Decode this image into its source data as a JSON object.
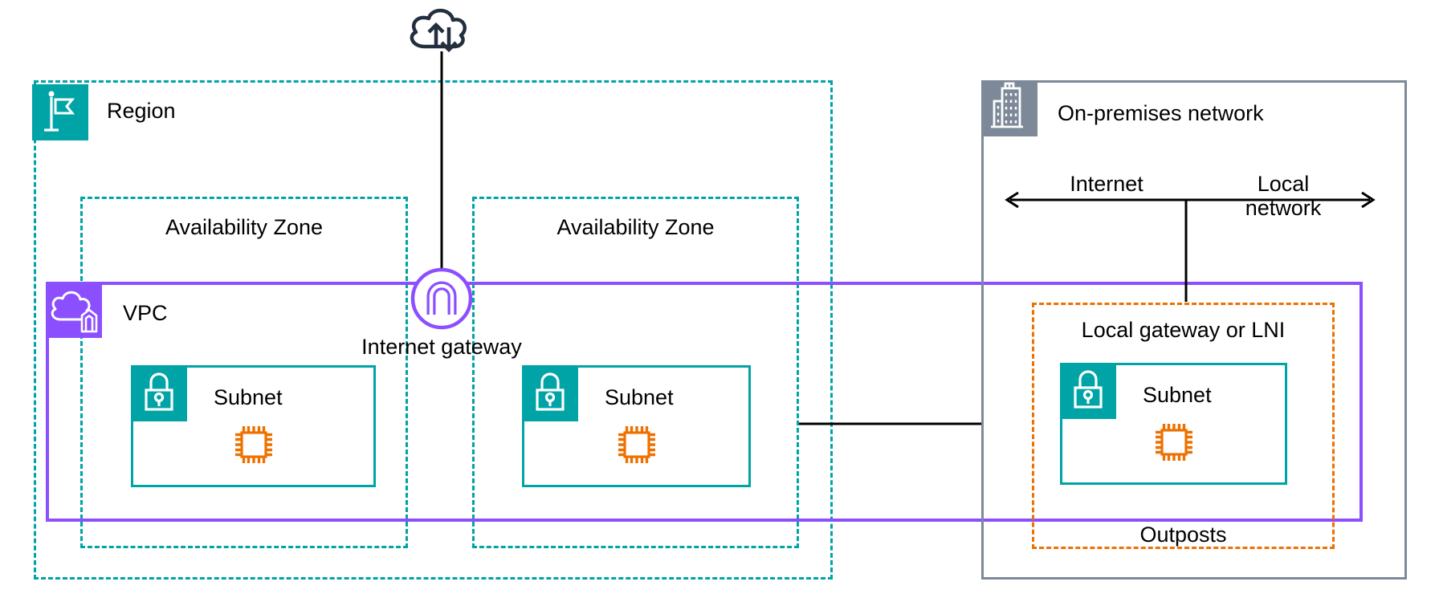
{
  "region": {
    "label": "Region",
    "icon": "flag-icon",
    "border_color": "#00A4A6"
  },
  "availability_zones": [
    {
      "label": "Availability Zone"
    },
    {
      "label": "Availability Zone"
    }
  ],
  "vpc": {
    "label": "VPC",
    "icon": "cloud-shield-icon",
    "border_color": "#8C4FFF"
  },
  "internet_gateway": {
    "label": "Internet gateway",
    "icon": "gateway-arch-icon",
    "color": "#8C4FFF"
  },
  "internet_cloud": {
    "icon": "cloud-up-down-arrows-icon",
    "color": "#232F3E"
  },
  "subnets": [
    {
      "label": "Subnet",
      "icon": "lock-icon",
      "resource_icon": "chip-icon"
    },
    {
      "label": "Subnet",
      "icon": "lock-icon",
      "resource_icon": "chip-icon"
    },
    {
      "label": "Subnet",
      "icon": "lock-icon",
      "resource_icon": "chip-icon"
    }
  ],
  "on_premises": {
    "label": "On-premises network",
    "icon": "building-icon",
    "border_color": "#7D8998"
  },
  "outposts": {
    "label": "Outposts",
    "local_gateway_label": "Local gateway or LNI",
    "border_color": "#ED7100"
  },
  "connections": {
    "internet_label": "Internet",
    "local_network_label": "Local network"
  },
  "colors": {
    "teal": "#00A4A6",
    "purple": "#8C4FFF",
    "orange": "#ED7100",
    "gray": "#7D8998",
    "navy": "#232F3E",
    "line": "#000000",
    "text": "#000000",
    "background": "#FFFFFF"
  }
}
